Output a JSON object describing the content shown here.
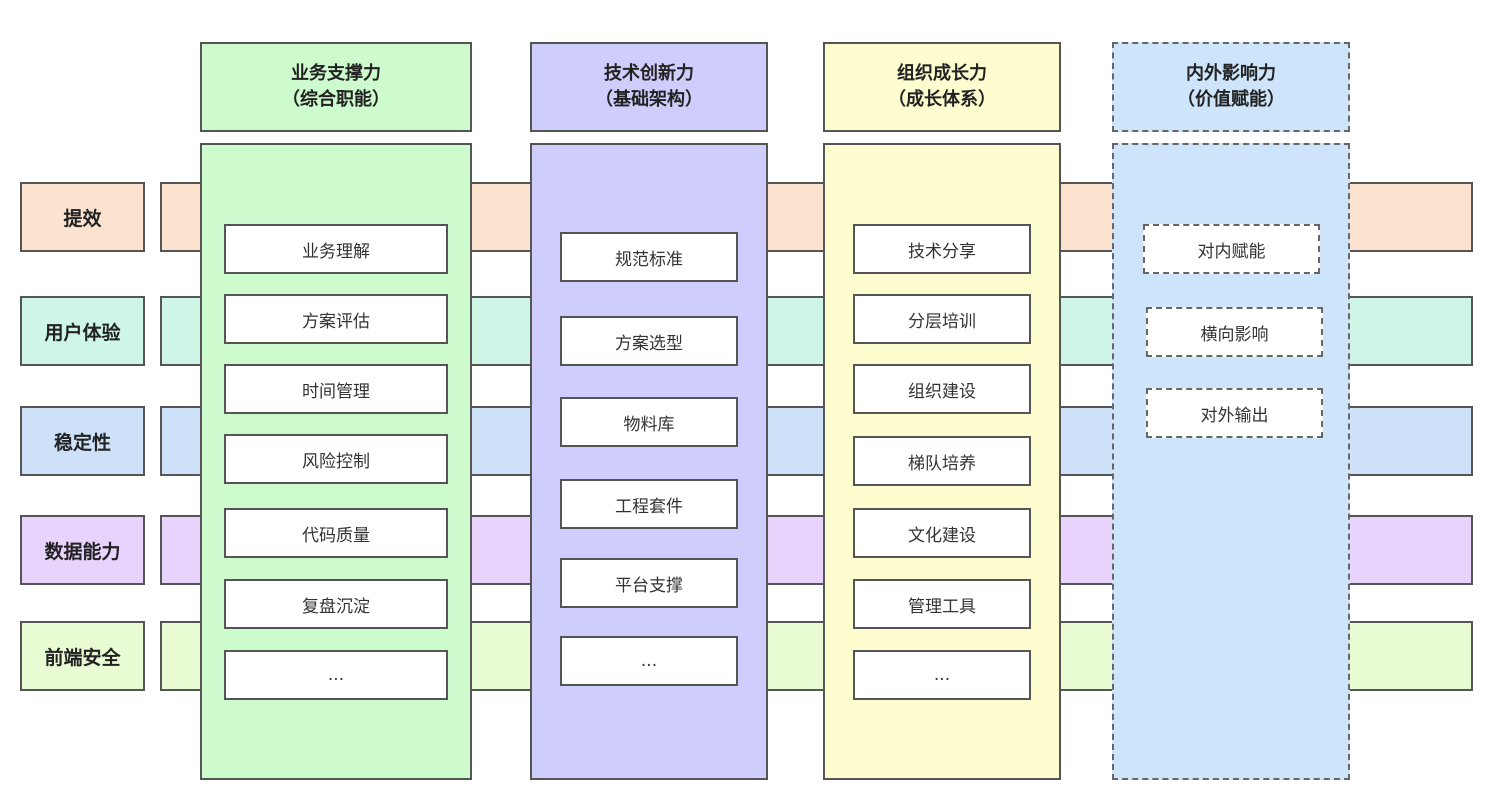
{
  "colors": {
    "row_efficiency": "#fbe3cf",
    "row_ux": "#cff5e6",
    "row_stability": "#cde2f9",
    "row_data": "#e7d3fb",
    "row_security": "#e8fbd3",
    "col_business": "#cdfbcd",
    "col_tech": "#cfcdfb",
    "col_org": "#fdfdcf",
    "col_influence": "#cde4fb"
  },
  "rows": [
    {
      "label": "提效"
    },
    {
      "label": "用户体验"
    },
    {
      "label": "稳定性"
    },
    {
      "label": "数据能力"
    },
    {
      "label": "前端安全"
    }
  ],
  "columns": [
    {
      "title": "业务支撑力",
      "subtitle": "（综合职能）",
      "items": [
        "业务理解",
        "方案评估",
        "时间管理",
        "风险控制",
        "代码质量",
        "复盘沉淀",
        "..."
      ]
    },
    {
      "title": "技术创新力",
      "subtitle": "（基础架构）",
      "items": [
        "规范标准",
        "方案选型",
        "物料库",
        "工程套件",
        "平台支撑",
        "..."
      ]
    },
    {
      "title": "组织成长力",
      "subtitle": "（成长体系）",
      "items": [
        "技术分享",
        "分层培训",
        "组织建设",
        "梯队培养",
        "文化建设",
        "管理工具",
        "..."
      ]
    },
    {
      "title": "内外影响力",
      "subtitle": "（价值赋能）",
      "items": [
        "对内赋能",
        "横向影响",
        "对外输出"
      ]
    }
  ]
}
